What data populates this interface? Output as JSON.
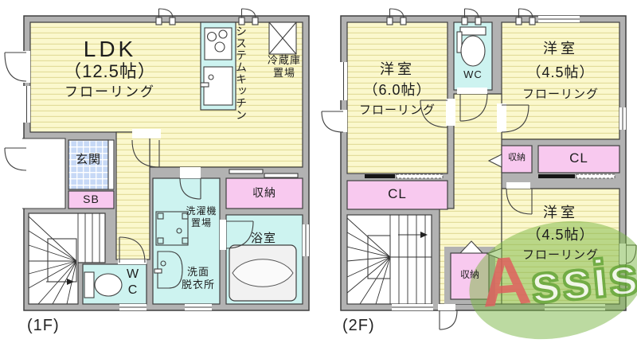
{
  "colors": {
    "wall": "#b2b2b2",
    "line": "#3f3f3f",
    "floor_yellow": "#fbf8cd",
    "stripe": "#e3dd9b",
    "wet_cyan": "#cdf3f0",
    "closet_pink": "#f8c9ef",
    "entrance_blue": "#c7d9f6",
    "logo_green": "#79b544",
    "logo_red": "#e05d5d"
  },
  "floor1": {
    "floor_label": "(1F)",
    "ldk": {
      "name": "LDK",
      "size": "（12.5帖）",
      "floor_type": "フローリング"
    },
    "kitchen": "システムキッチン",
    "fridge": "冷蔵庫\n置場",
    "entrance": "玄関",
    "shoe_box": "SB",
    "wc": "W\nC",
    "laundry": "洗濯機\n置場",
    "washroom": "洗面\n脱衣所",
    "storage": "収納",
    "bath": "浴室"
  },
  "floor2": {
    "floor_label": "(2F)",
    "bedroom_left": {
      "name": "洋室",
      "size": "（6.0帖）",
      "floor_type": "フローリング"
    },
    "wc": "WC",
    "bedroom_top_right": {
      "name": "洋室",
      "size": "（4.5帖）",
      "floor_type": "フローリング"
    },
    "bedroom_bottom_right": {
      "name": "洋室",
      "size": "（4.5帖）",
      "floor_type": "フローリング"
    },
    "closet_left": "CL",
    "closet_right": "CL",
    "storage_right": "収納",
    "storage_bottom": "収納"
  },
  "watermark": {
    "letter_first": "A",
    "letters_rest": "ssist"
  }
}
